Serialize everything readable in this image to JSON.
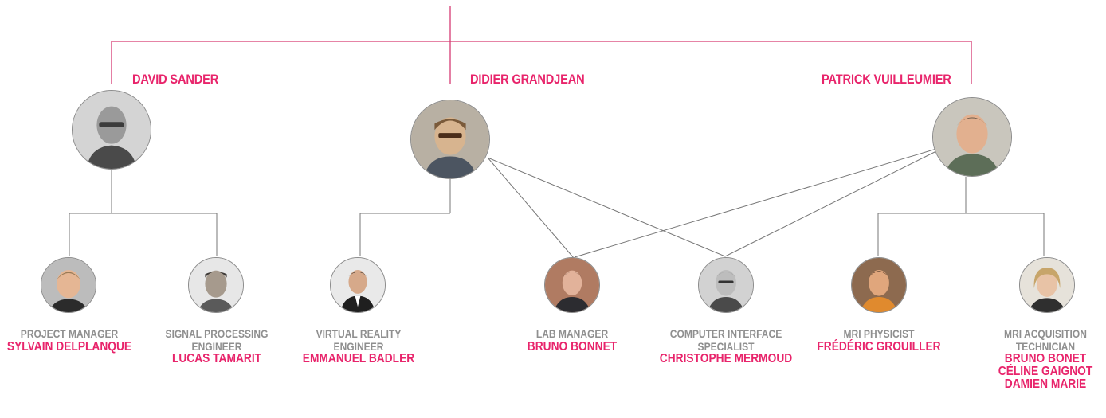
{
  "leaders": [
    {
      "id": "sander",
      "name": "DAVID SANDER"
    },
    {
      "id": "grandjean",
      "name": "DIDIER GRANDJEAN"
    },
    {
      "id": "vuilleumier",
      "name": "PATRICK VUILLEUMIER"
    }
  ],
  "members": [
    {
      "id": "delplanque",
      "role": [
        "PROJECT MANAGER"
      ],
      "names": [
        "SYLVAIN DELPLANQUE"
      ]
    },
    {
      "id": "tamarit",
      "role": [
        "SIGNAL PROCESSING",
        "ENGINEER"
      ],
      "names": [
        "LUCAS TAMARIT"
      ]
    },
    {
      "id": "badler",
      "role": [
        "VIRTUAL REALITY",
        "ENGINEER"
      ],
      "names": [
        "EMMANUEL BADLER"
      ]
    },
    {
      "id": "bonnet",
      "role": [
        "LAB MANAGER"
      ],
      "names": [
        "BRUNO BONNET"
      ]
    },
    {
      "id": "mermoud",
      "role": [
        "COMPUTER INTERFACE",
        "SPECIALIST"
      ],
      "names": [
        "CHRISTOPHE MERMOUD"
      ]
    },
    {
      "id": "grouiller",
      "role": [
        "MRI PHYSICIST"
      ],
      "names": [
        "FRÉDÉRIC GROUILLER"
      ]
    },
    {
      "id": "technicians",
      "role": [
        "MRI  ACQUISITION",
        "TECHNICIAN"
      ],
      "names": [
        "BRUNO BONET",
        "CÉLINE GAIGNOT",
        "DAMIEN MARIE"
      ]
    }
  ],
  "colors": {
    "accent": "#e8246b",
    "role_text": "#8f8f8f",
    "line": "#777777"
  }
}
